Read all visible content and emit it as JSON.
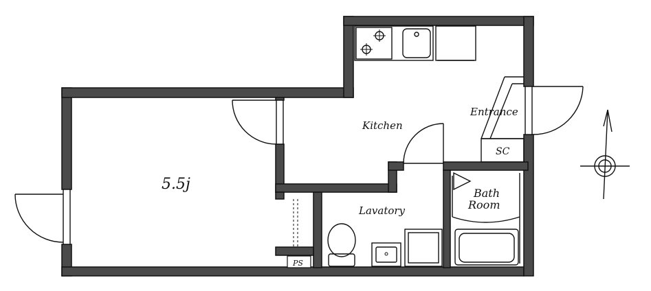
{
  "rooms": {
    "main_room": "5.5j",
    "kitchen": "Kitchen",
    "entrance": "Entrance",
    "shoe_closet": "SC",
    "bath_line1": "Bath",
    "bath_line2": "Room",
    "lavatory": "Lavatory",
    "pipe_space": "PS"
  },
  "icons": [
    "stove-icon",
    "sink-icon",
    "toilet-icon",
    "bathtub-icon",
    "compass-icon"
  ]
}
